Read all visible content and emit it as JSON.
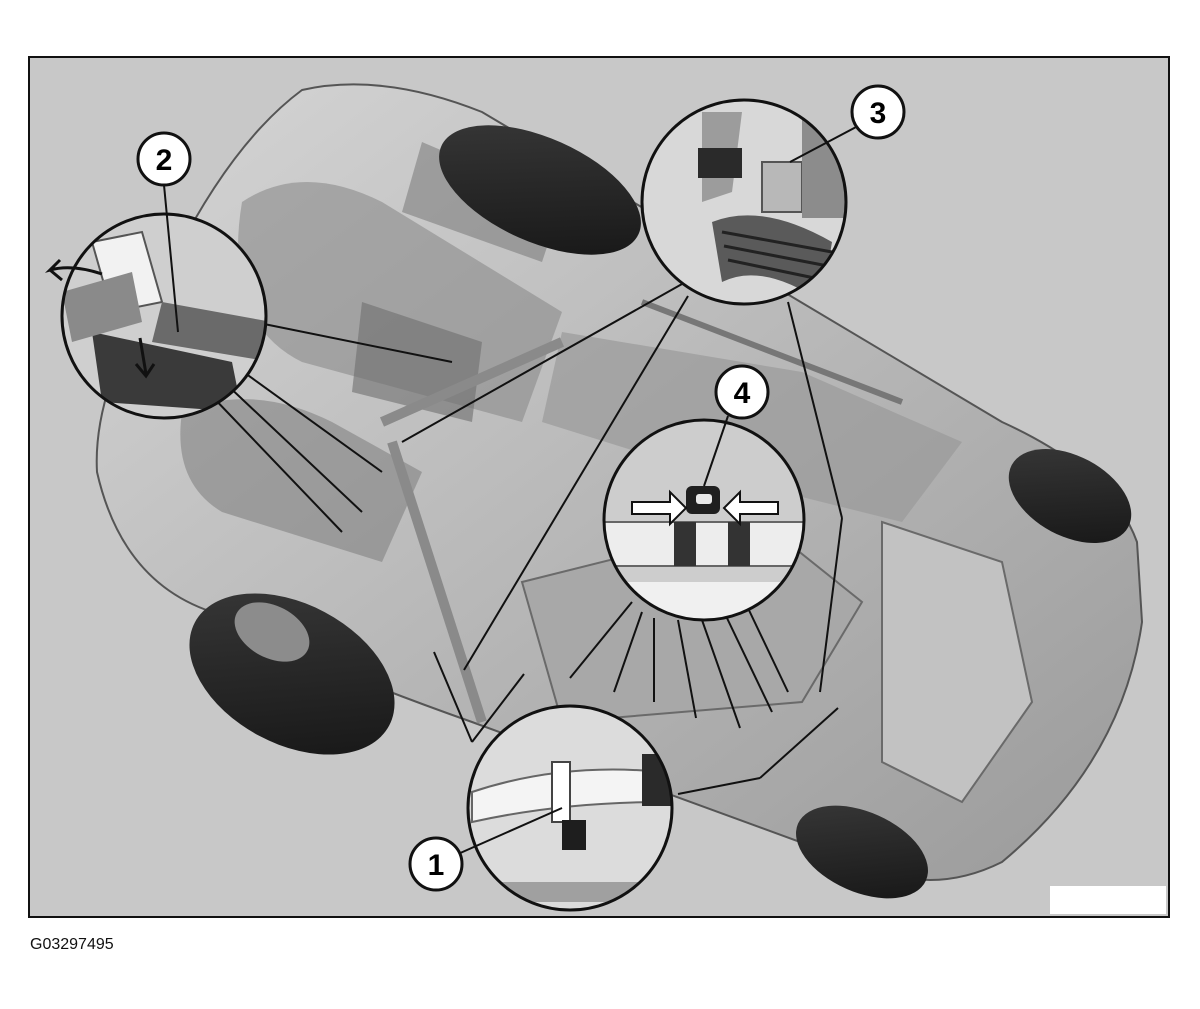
{
  "figure": {
    "code": "G03297495",
    "callouts": [
      "1",
      "2",
      "3",
      "4"
    ]
  },
  "colors": {
    "background": "#c8c8c8",
    "body": "#b4b4b4",
    "tire": "#2c2c2c",
    "line": "#111111"
  }
}
